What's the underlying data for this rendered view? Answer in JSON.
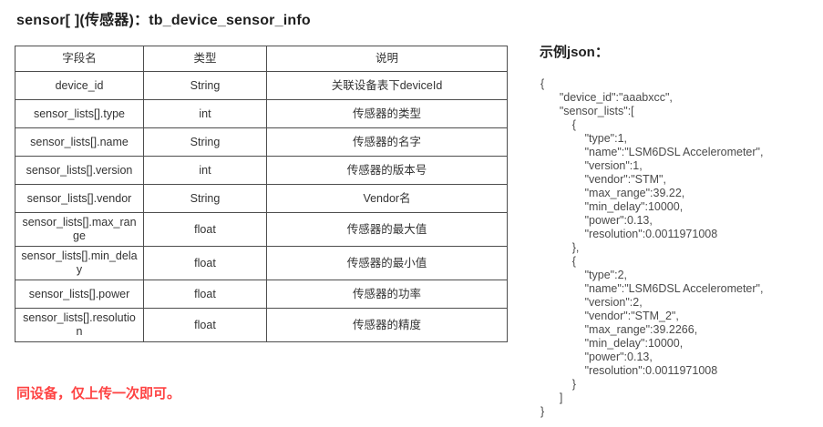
{
  "title": "sensor[ ](传感器)：tb_device_sensor_info",
  "table": {
    "headers": [
      "字段名",
      "类型",
      "说明"
    ],
    "rows": [
      {
        "field": "device_id",
        "type": "String",
        "desc": "关联设备表下deviceId"
      },
      {
        "field": "sensor_lists[].type",
        "type": "int",
        "desc": "传感器的类型"
      },
      {
        "field": "sensor_lists[].name",
        "type": "String",
        "desc": "传感器的名字"
      },
      {
        "field": "sensor_lists[].version",
        "type": "int",
        "desc": "传感器的版本号"
      },
      {
        "field": "sensor_lists[].vendor",
        "type": "String",
        "desc": "Vendor名"
      },
      {
        "field": "sensor_lists[].max_range",
        "type": "float",
        "desc": "传感器的最大值"
      },
      {
        "field": "sensor_lists[].min_delay",
        "type": "float",
        "desc": "传感器的最小值"
      },
      {
        "field": "sensor_lists[].power",
        "type": "float",
        "desc": "传感器的功率"
      },
      {
        "field": "sensor_lists[].resolution",
        "type": "float",
        "desc": "传感器的精度"
      }
    ]
  },
  "example": {
    "heading": "示例json：",
    "json_lines": [
      "{",
      "      \"device_id\":\"aaabxcc\",",
      "      \"sensor_lists\":[",
      "          {",
      "              \"type\":1,",
      "              \"name\":\"LSM6DSL Accelerometer\",",
      "              \"version\":1,",
      "              \"vendor\":\"STM\",",
      "              \"max_range\":39.22,",
      "              \"min_delay\":10000,",
      "              \"power\":0.13,",
      "              \"resolution\":0.0011971008",
      "          },",
      "          {",
      "              \"type\":2,",
      "              \"name\":\"LSM6DSL Accelerometer\",",
      "              \"version\":2,",
      "              \"vendor\":\"STM_2\",",
      "              \"max_range\":39.2266,",
      "              \"min_delay\":10000,",
      "              \"power\":0.13,",
      "              \"resolution\":0.0011971008",
      "          }",
      "      ]",
      "}"
    ]
  },
  "note": "同设备，仅上传一次即可。",
  "colors": {
    "note_red": "#fe4343",
    "text_dark": "#333333",
    "border_gray": "#4d4d4d"
  }
}
